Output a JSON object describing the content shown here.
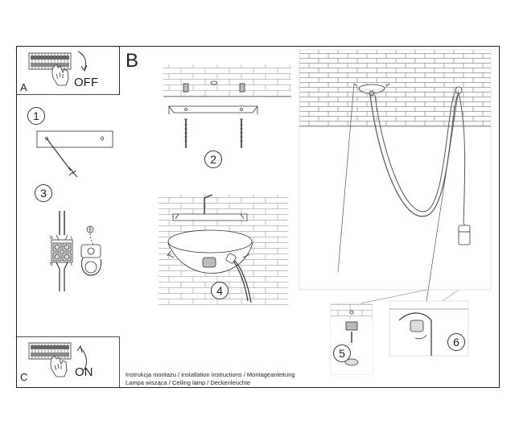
{
  "panel_a": {
    "letter": "A",
    "word": "OFF"
  },
  "panel_b": {
    "letter": "B"
  },
  "panel_c": {
    "letter": "C",
    "word": "ON"
  },
  "steps": {
    "s1": "1",
    "s2": "2",
    "s3": "3",
    "s4": "4",
    "s5": "5",
    "s6": "6"
  },
  "wiring": {
    "n_top": "N",
    "l_top": "L",
    "n_bottom": "N",
    "l_bottom": "L"
  },
  "caption": {
    "line1": "Instrukcja montażu / installation instructions / Montageanleitung",
    "line2": "Lampa wisząca / Ceiling lamp / Deckenleuchte"
  }
}
